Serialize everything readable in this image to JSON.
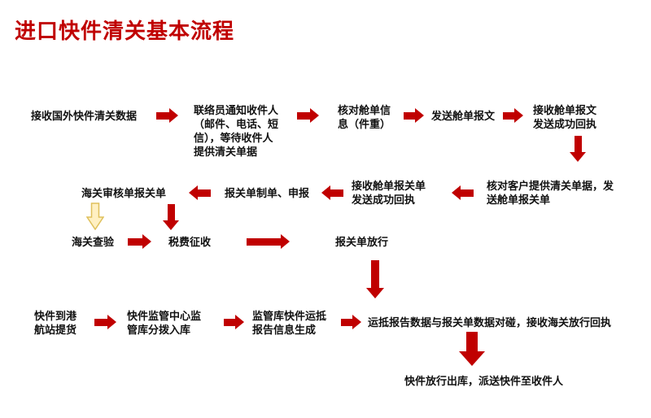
{
  "title": "进口快件清关基本流程",
  "colors": {
    "accent_red": "#C00000",
    "title_red": "#C00000",
    "yellow_arrow_fill": "#FFF0C2",
    "yellow_arrow_border": "#DFC05C",
    "text": "#111111",
    "background": "#FFFFFF"
  },
  "nodes": {
    "receive_data": "接收国外快件清关数据",
    "notify_recipient": "联络员通知收件人\n（邮件、电话、短\n信），等待收件人\n提供清关单据",
    "verify_manifest": "核对舱单信\n息（件重）",
    "send_manifest": "发送舱单报文",
    "manifest_receipt": "接收舱单报文\n发送成功回执",
    "customer_docs": "核对客户提供清关单据，发\n送舱单报关单",
    "declaration_receipt": "接收舱单报关单\n发送成功回执",
    "make_declaration": "报关单制单、申报",
    "customs_review": "海关审核单报关单",
    "customs_inspection": "海关查验",
    "tax_collection": "税费征收",
    "declaration_release": "报关单放行",
    "pickup": "快件到港\n航站提货",
    "warehouse_entry": "快件监管中心监\n管库分拨入库",
    "arrival_report": "监管库快件运抵\n报告信息生成",
    "data_match": "运抵报告数据与报关单数据对碰，接收海关放行回执",
    "final_delivery": "快件放行出库，派送快件至收件人"
  }
}
